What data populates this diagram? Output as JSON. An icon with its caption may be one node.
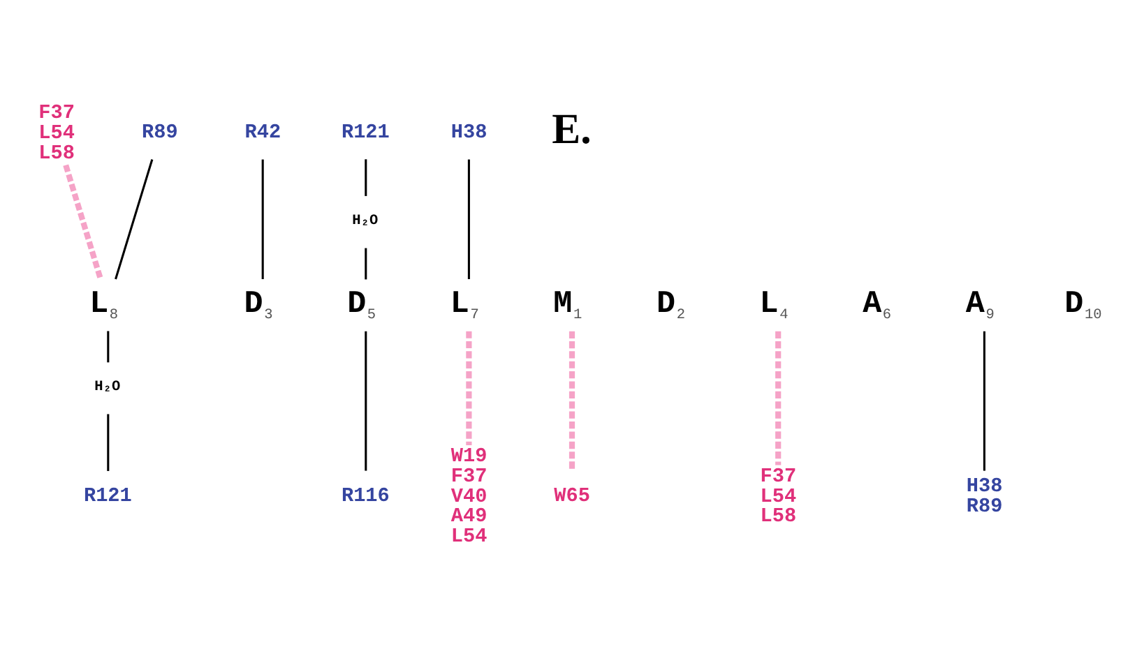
{
  "diagram": {
    "nodes": [
      {
        "text": [
          "F37",
          "L54",
          "L58"
        ]
      },
      {
        "text": [
          "R42"
        ]
      },
      {
        "text": [
          "R121"
        ]
      },
      {
        "text": [
          "H38"
        ]
      },
      {
        "text": [
          "R89"
        ]
      },
      {
        "text": [
          "H₂O"
        ]
      },
      {
        "text": [
          "M"
        ],
        "beside": [
          "1"
        ]
      },
      {
        "text": [
          "D"
        ],
        "beside": [
          "2"
        ]
      },
      {
        "text": [
          "D"
        ],
        "beside": [
          "3"
        ]
      },
      {
        "text": [
          "L"
        ],
        "beside": [
          "4"
        ]
      },
      {
        "text": [
          "D"
        ],
        "beside": [
          "5"
        ]
      },
      {
        "text": [
          "A"
        ],
        "beside": [
          "6"
        ]
      },
      {
        "text": [
          "L"
        ],
        "beside": [
          "7"
        ]
      },
      {
        "text": [
          "L"
        ],
        "beside": [
          "8"
        ]
      },
      {
        "text": [
          "A"
        ],
        "beside": [
          "9"
        ]
      },
      {
        "text": [
          "D"
        ],
        "beside": [
          "10"
        ]
      },
      {
        "text": [
          "H₂O"
        ]
      },
      {
        "text": [
          "W65"
        ]
      },
      {
        "text": [
          "F37",
          "L54",
          "L58"
        ]
      },
      {
        "text": [
          "R116"
        ]
      },
      {
        "text": [
          "W19",
          "F37",
          "V40",
          "A49",
          "L54"
        ]
      },
      {
        "text": [
          "R121"
        ]
      },
      {
        "text": [
          "H38",
          "R89"
        ]
      }
    ],
    "edges": [
      {
        "from": 1,
        "to": 8,
        "arrow": "none"
      },
      {
        "from": 2,
        "to": 5,
        "arrow": "none"
      },
      {
        "from": 5,
        "to": 10,
        "arrow": "none"
      },
      {
        "from": 3,
        "to": 12,
        "arrow": "none"
      },
      {
        "from": 0,
        "to": 13,
        "arrow": "none",
        "style": "dashed",
        "color": "#f5a3c7"
      },
      {
        "from": 4,
        "to": 13,
        "arrow": "none"
      },
      {
        "from": 6,
        "to": 17,
        "arrow": "none",
        "style": "dashed",
        "color": "#f5a3c7"
      },
      {
        "from": 9,
        "to": 18,
        "arrow": "none",
        "style": "dashed",
        "color": "#f5a3c7"
      },
      {
        "from": 10,
        "to": 19,
        "arrow": "none"
      },
      {
        "from": 12,
        "to": 20,
        "arrow": "none",
        "style": "dashed",
        "color": "#f5a3c7"
      },
      {
        "from": 13,
        "to": 16,
        "arrow": "none"
      },
      {
        "from": 16,
        "to": 21,
        "arrow": "none"
      },
      {
        "from": 14,
        "to": 22,
        "arrow": "none"
      }
    ],
    "labels": [
      "E."
    ]
  }
}
